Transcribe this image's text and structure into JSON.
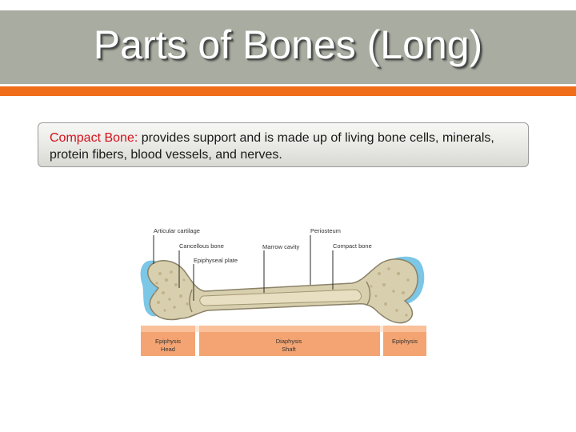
{
  "slide": {
    "title": "Parts of Bones (Long)",
    "definition": {
      "term": "Compact Bone:",
      "text": " provides support and is made up of living bone cells, minerals, protein fibers, blood vessels, and nerves."
    }
  },
  "diagram": {
    "labels": {
      "articular_cartilage": "Articular cartilage",
      "cancellous_bone": "Cancellous bone",
      "epiphyseal_plate": "Epiphyseal plate",
      "marrow_cavity": "Marrow cavity",
      "periosteum": "Periosteum",
      "compact_bone": "Compact bone"
    },
    "regions": {
      "left_name": "Epiphysis",
      "left_sub": "Head",
      "middle_name": "Diaphysis",
      "middle_sub": "Shaft",
      "right_name": "Epiphysis"
    }
  },
  "colors": {
    "title_bar": "#a9ada1",
    "accent": "#f06d1a",
    "term": "#d4121b",
    "region_band": "#f4a472",
    "cartilage": "#7cc6e6",
    "bone": "#d8cfae"
  }
}
